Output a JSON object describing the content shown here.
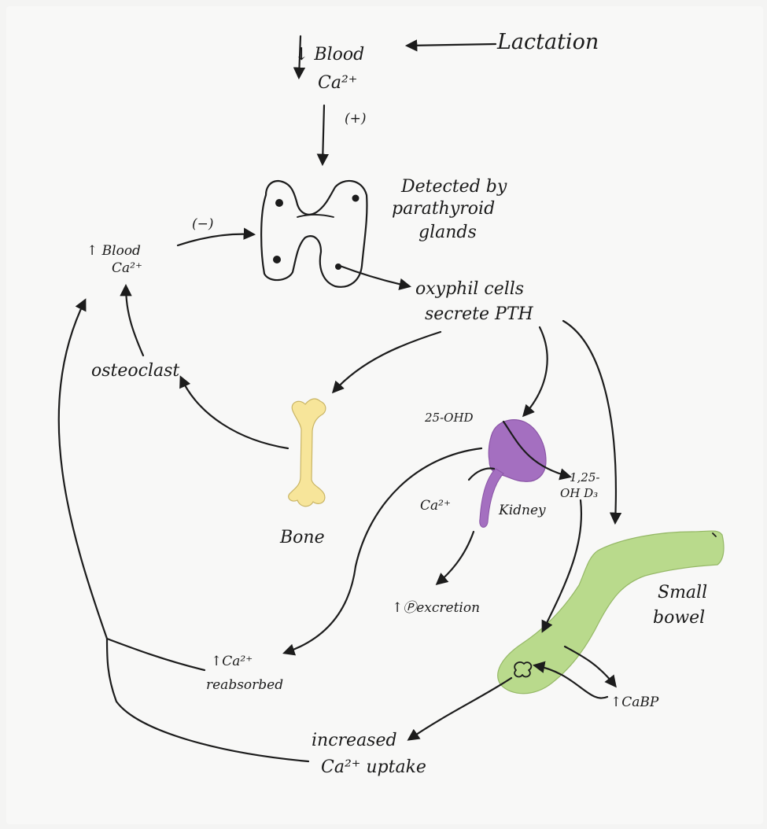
{
  "labels": {
    "lactation": "Lactation",
    "blood_ca_low_1": "↓ Blood",
    "blood_ca_low_2": "Ca²⁺",
    "plus_sign": "(+)",
    "detected_1": "Detected by",
    "detected_2": "parathyroid",
    "detected_3": "glands",
    "minus_sign": "(−)",
    "blood_ca_high_1": "↑ Blood",
    "blood_ca_high_2": "Ca²⁺",
    "oxyphil_1": "oxyphil cells",
    "oxyphil_2": "secrete PTH",
    "osteoclast": "osteoclast",
    "bone": "Bone",
    "oh_d_25": "25-OHD",
    "oh_d_125_1": "1,25-",
    "oh_d_125_2": "OH D₃",
    "ca_kidney": "Ca²⁺",
    "kidney": "Kidney",
    "p_excretion": "↑Ⓟexcretion",
    "small_bowel_1": "Small",
    "small_bowel_2": "bowel",
    "ca_reabsorbed_1": "↑Ca²⁺",
    "ca_reabsorbed_2": "reabsorbed",
    "cabp": "↑CaBP",
    "increased_uptake_1": "increased",
    "increased_uptake_2": "Ca²⁺ uptake"
  },
  "colors": {
    "bone": "#f7e59a",
    "kidney": "#a46fc0",
    "bowel": "#b9da8c",
    "ink": "#1c1c1c"
  }
}
